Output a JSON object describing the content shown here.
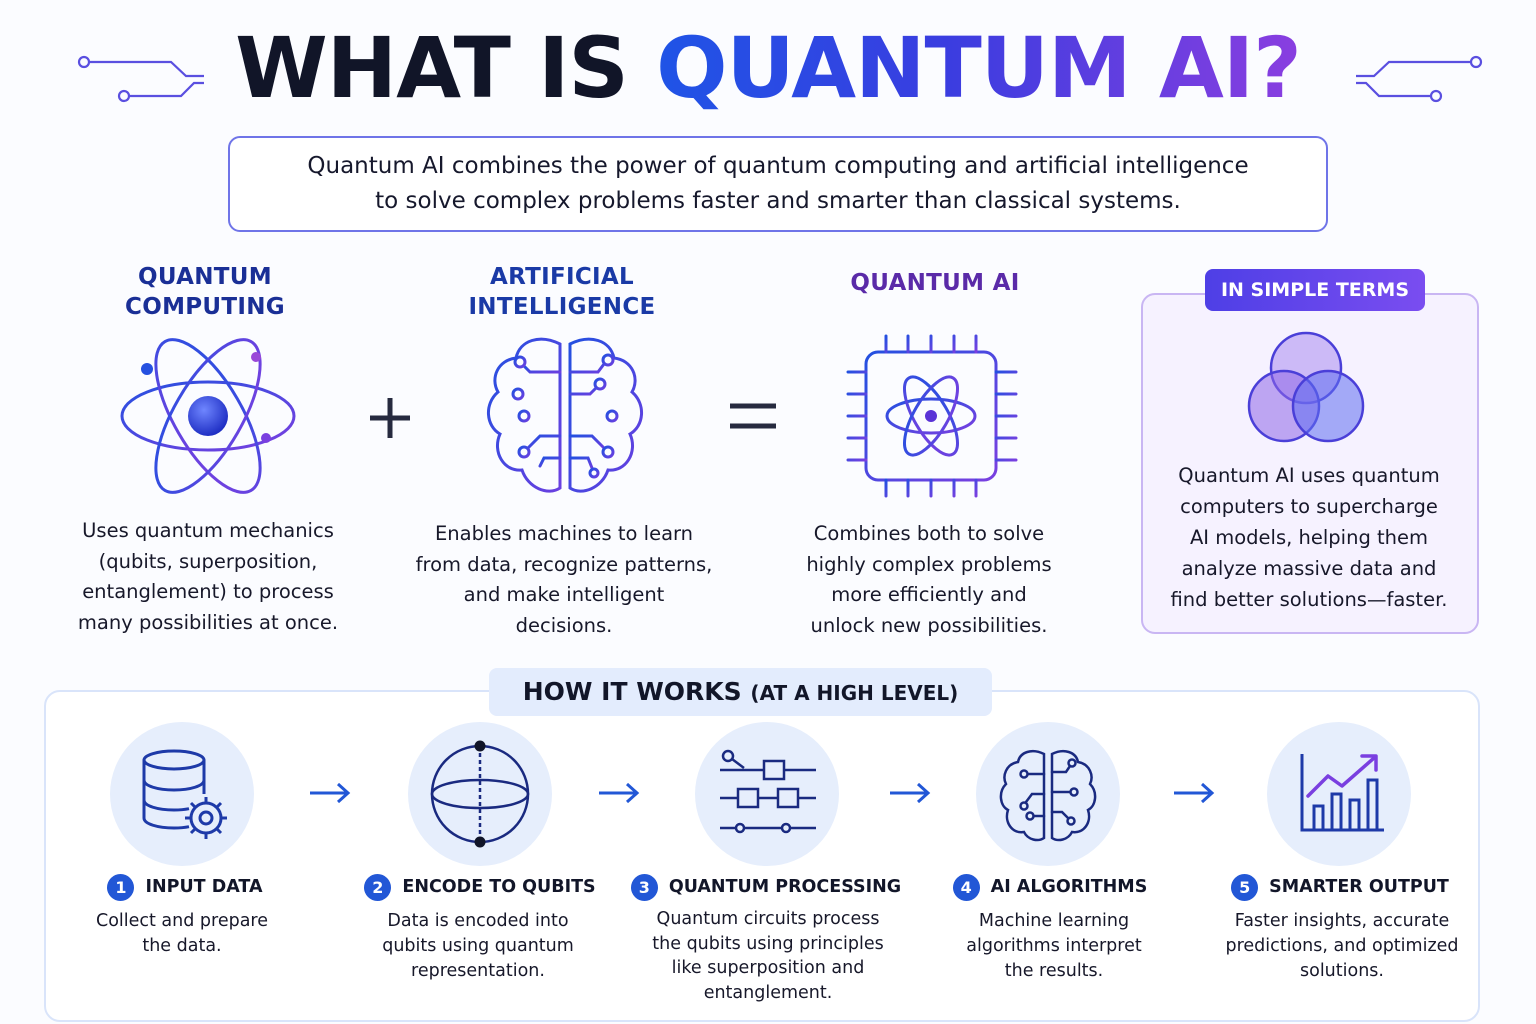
{
  "header": {
    "title_part1": "WHAT IS ",
    "title_part2": "QUANTUM AI?",
    "intro_line1": "Quantum AI combines the power of quantum computing and artificial intelligence",
    "intro_line2": "to solve complex problems faster and smarter than classical systems."
  },
  "concepts": [
    {
      "title_line1": "QUANTUM",
      "title_line2": "COMPUTING",
      "icon": "atom-icon",
      "desc_lines": [
        "Uses quantum mechanics",
        "(qubits, superposition,",
        "entanglement) to process",
        "many possibilities at once."
      ]
    },
    {
      "title_line1": "ARTIFICIAL",
      "title_line2": "INTELLIGENCE",
      "icon": "circuit-brain-icon",
      "desc_lines": [
        "Enables machines to learn",
        "from data, recognize patterns,",
        "and make intelligent",
        "decisions."
      ]
    },
    {
      "title_line1": "QUANTUM AI",
      "title_line2": "",
      "icon": "quantum-chip-icon",
      "desc_lines": [
        "Combines both to solve",
        "highly complex problems",
        "more efficiently and",
        "unlock new possibilities."
      ]
    }
  ],
  "operators": {
    "plus": "+",
    "equals": "="
  },
  "simple_terms": {
    "badge": "IN SIMPLE TERMS",
    "icon": "venn-diagram-icon",
    "lines": [
      "Quantum AI uses quantum",
      "computers to supercharge",
      "AI models, helping them",
      "analyze massive data and",
      "find better solutions—faster."
    ]
  },
  "how_it_works": {
    "title": "HOW IT WORKS",
    "subtitle": "(AT A HIGH LEVEL)",
    "steps": [
      {
        "num": "1",
        "label": "INPUT DATA",
        "icon": "database-gear-icon",
        "desc_lines": [
          "Collect and prepare",
          "the data."
        ]
      },
      {
        "num": "2",
        "label": "ENCODE TO QUBITS",
        "icon": "bloch-sphere-icon",
        "desc_lines": [
          "Data is encoded into",
          "qubits using quantum",
          "representation."
        ]
      },
      {
        "num": "3",
        "label": "QUANTUM PROCESSING",
        "icon": "quantum-circuit-icon",
        "desc_lines": [
          "Quantum circuits process",
          "the qubits using principles",
          "like superposition and",
          "entanglement."
        ]
      },
      {
        "num": "4",
        "label": "AI ALGORITHMS",
        "icon": "brain-icon",
        "desc_lines": [
          "Machine learning",
          "algorithms interpret",
          "the results."
        ]
      },
      {
        "num": "5",
        "label": "SMARTER OUTPUT",
        "icon": "growth-chart-icon",
        "desc_lines": [
          "Faster insights, accurate",
          "predictions, and optimized",
          "solutions."
        ]
      }
    ]
  },
  "colors": {
    "blue": "#1f54e6",
    "purple": "#7a3fe0",
    "navy": "#1a2a8a",
    "dark": "#111528"
  }
}
